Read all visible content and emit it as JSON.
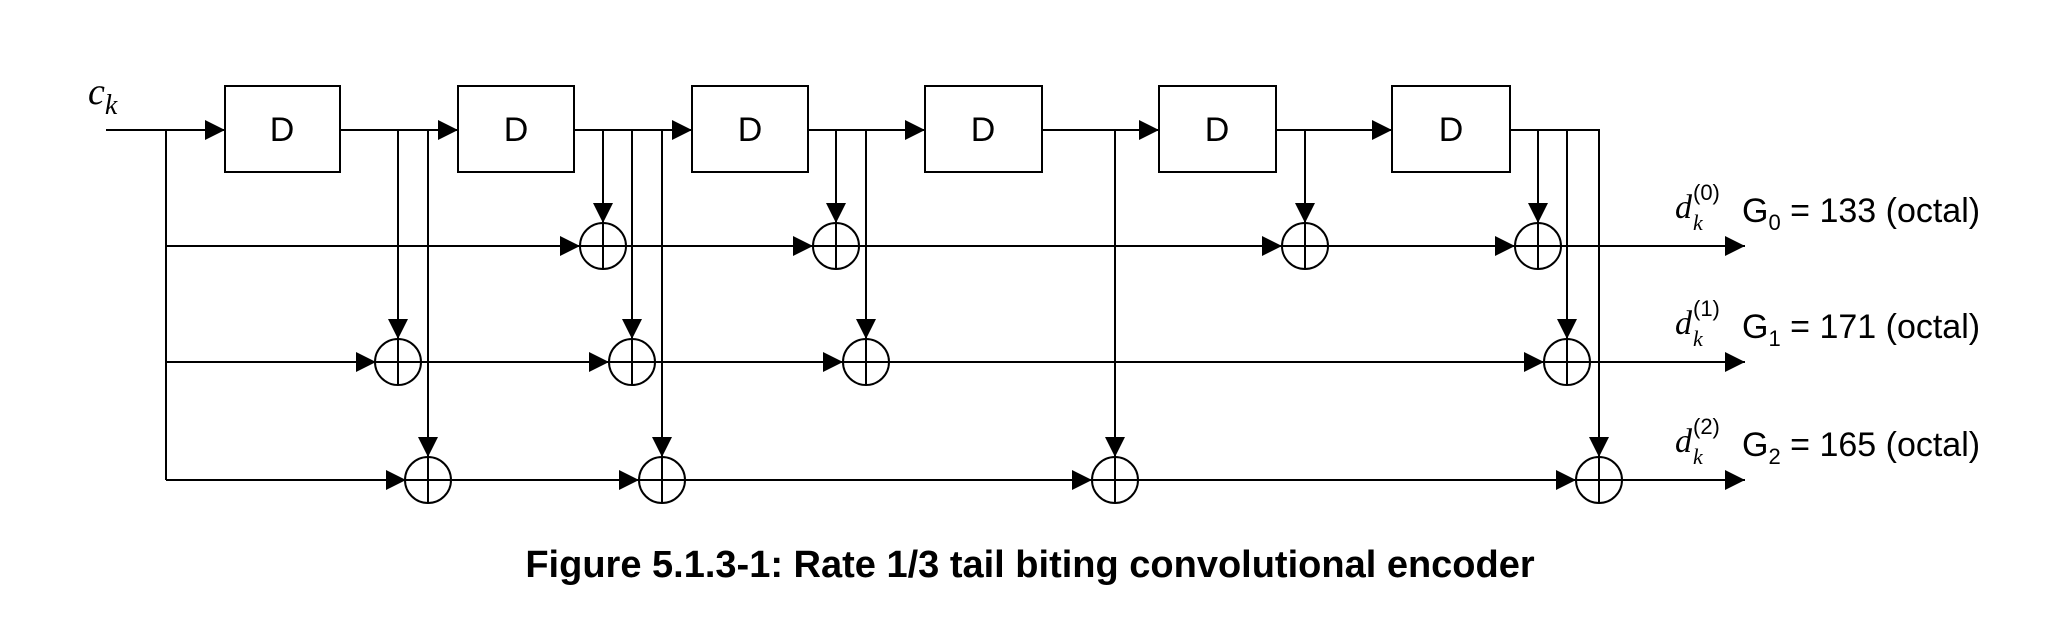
{
  "input": {
    "symbol": "c",
    "subscript": "k"
  },
  "delay_label": "D",
  "outputs": [
    {
      "symbol": "d",
      "subscript": "k",
      "superscript": "(0)",
      "g_name": "G",
      "g_index": "0",
      "g_rest": " = 133 (octal)"
    },
    {
      "symbol": "d",
      "subscript": "k",
      "superscript": "(1)",
      "g_name": "G",
      "g_index": "1",
      "g_rest": " = 171 (octal)"
    },
    {
      "symbol": "d",
      "subscript": "k",
      "superscript": "(2)",
      "g_name": "G",
      "g_index": "2",
      "g_rest": " = 165 (octal)"
    }
  ],
  "caption": "Figure 5.1.3-1: Rate 1/3 tail biting convolutional encoder"
}
